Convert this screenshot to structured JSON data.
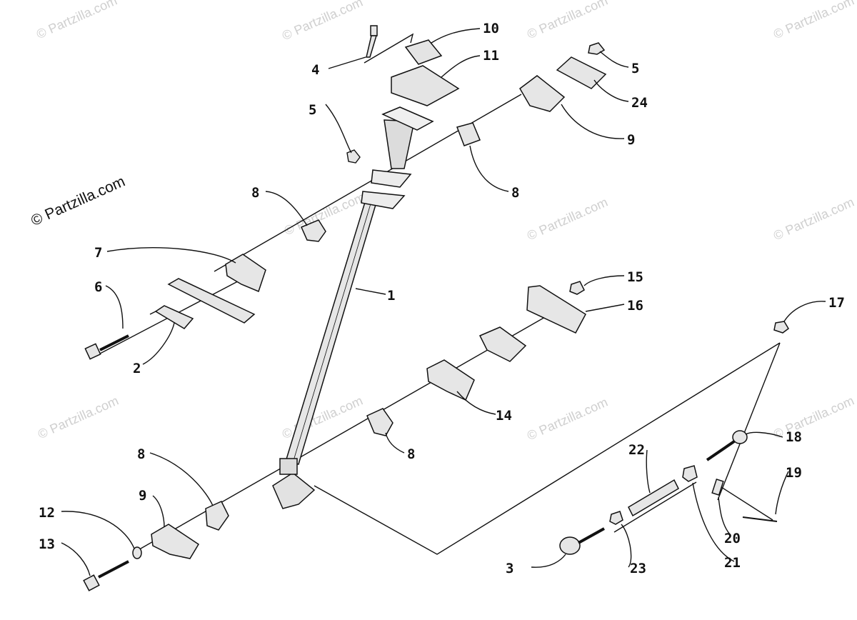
{
  "copyright": "© Partzilla.com",
  "watermark_text": "© Partzilla.com",
  "colors": {
    "ink": "#111111",
    "watermark": "#cfcfcf",
    "part_fill": "#e6e6e6"
  },
  "callouts": [
    {
      "id": "c1",
      "text": "1"
    },
    {
      "id": "c2",
      "text": "2"
    },
    {
      "id": "c3",
      "text": "3"
    },
    {
      "id": "c4",
      "text": "4"
    },
    {
      "id": "c5a",
      "text": "5"
    },
    {
      "id": "c5b",
      "text": "5"
    },
    {
      "id": "c6",
      "text": "6"
    },
    {
      "id": "c7",
      "text": "7"
    },
    {
      "id": "c8a",
      "text": "8"
    },
    {
      "id": "c8b",
      "text": "8"
    },
    {
      "id": "c8c",
      "text": "8"
    },
    {
      "id": "c8d",
      "text": "8"
    },
    {
      "id": "c9a",
      "text": "9"
    },
    {
      "id": "c9b",
      "text": "9"
    },
    {
      "id": "c10",
      "text": "10"
    },
    {
      "id": "c11",
      "text": "11"
    },
    {
      "id": "c12",
      "text": "12"
    },
    {
      "id": "c13",
      "text": "13"
    },
    {
      "id": "c14",
      "text": "14"
    },
    {
      "id": "c15",
      "text": "15"
    },
    {
      "id": "c16",
      "text": "16"
    },
    {
      "id": "c17",
      "text": "17"
    },
    {
      "id": "c18",
      "text": "18"
    },
    {
      "id": "c19",
      "text": "19"
    },
    {
      "id": "c20",
      "text": "20"
    },
    {
      "id": "c21",
      "text": "21"
    },
    {
      "id": "c22",
      "text": "22"
    },
    {
      "id": "c23",
      "text": "23"
    },
    {
      "id": "c24",
      "text": "24"
    }
  ]
}
